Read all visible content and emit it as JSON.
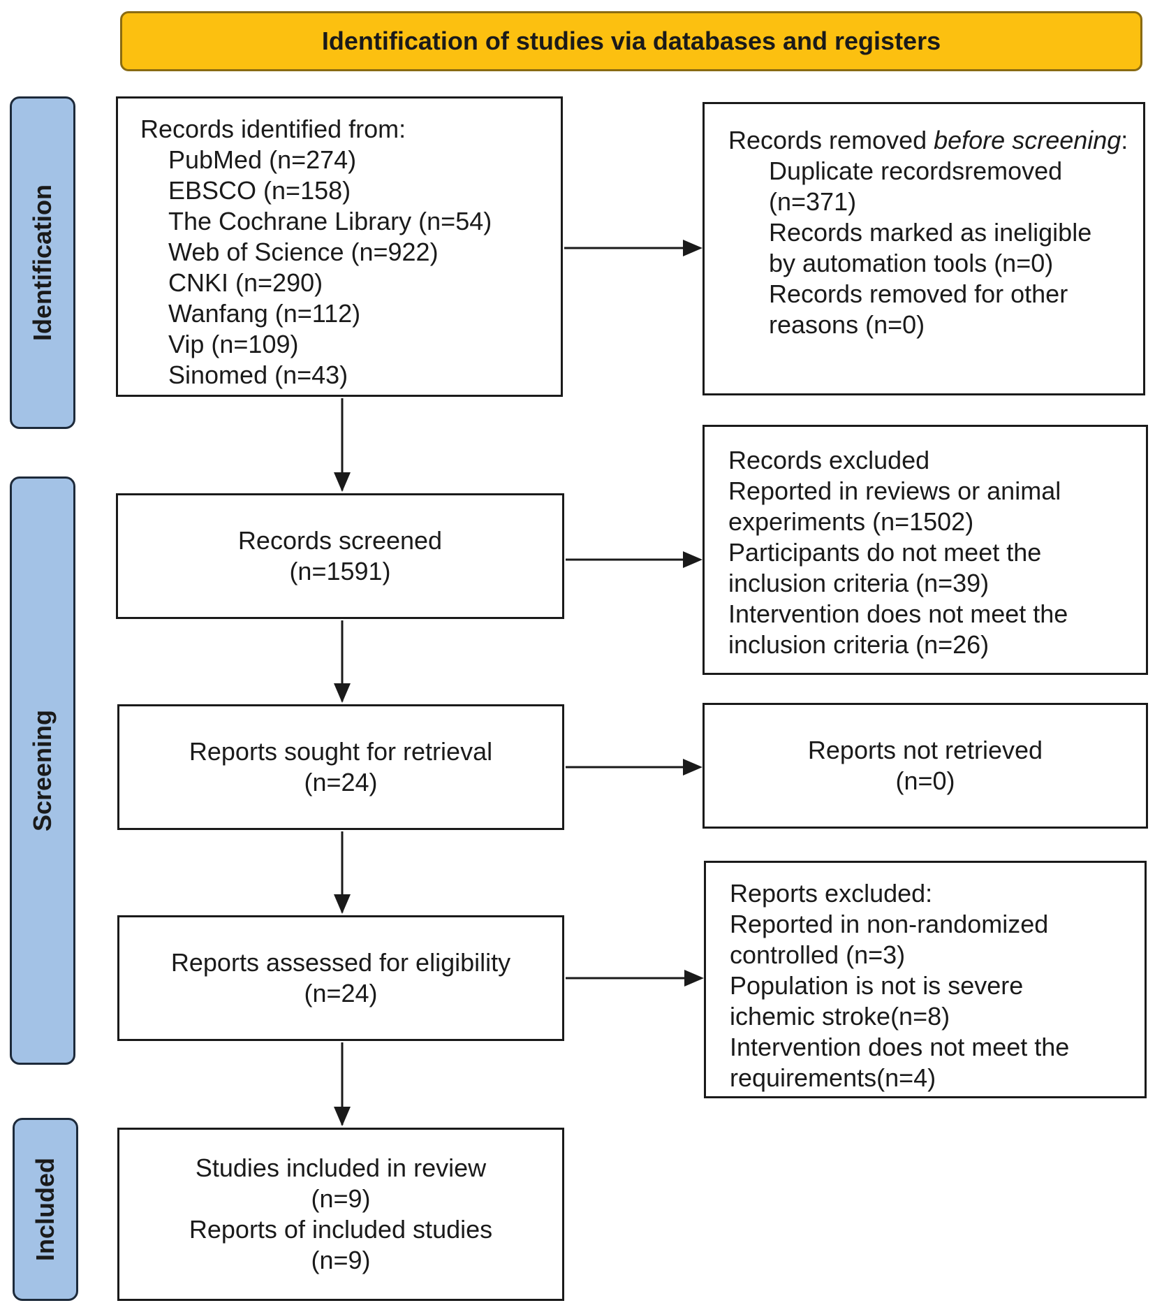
{
  "header": {
    "title": "Identification of studies via databases and registers"
  },
  "phases": {
    "identification": "Identification",
    "screening": "Screening",
    "included": "Included"
  },
  "identified": {
    "heading": "Records identified from:",
    "sources": [
      "PubMed (n=274)",
      "EBSCO (n=158)",
      "The Cochrane Library (n=54)",
      "Web of Science (n=922)",
      "CNKI (n=290)",
      "Wanfang (n=112)",
      "Vip (n=109)",
      "Sinomed (n=43)"
    ]
  },
  "removed": {
    "heading_prefix": "Records removed ",
    "heading_emphasis": "before screening",
    "heading_suffix": ":",
    "line1": "Duplicate recordsremoved",
    "line2": "(n=371)",
    "line3": "Records marked as ineligible",
    "line4": "by automation tools (n=0)",
    "line5": "Records removed for other",
    "line6": "reasons (n=0)"
  },
  "screened": {
    "label": "Records screened",
    "count": "(n=1591)"
  },
  "excluded_records": {
    "lines": [
      "Records excluded",
      "Reported in reviews or animal",
      "experiments (n=1502)",
      "Participants do not meet the",
      "inclusion criteria (n=39)",
      "Intervention does not meet the",
      "inclusion criteria (n=26)"
    ]
  },
  "sought": {
    "label": "Reports sought for retrieval",
    "count": "(n=24)"
  },
  "not_retrieved": {
    "label": "Reports not retrieved",
    "count": "(n=0)"
  },
  "assessed": {
    "label": "Reports assessed for eligibility",
    "count": "(n=24)"
  },
  "excluded_reports": {
    "lines": [
      "Reports excluded:",
      "Reported in non-randomized",
      "controlled (n=3)",
      "Population is not is severe",
      "ichemic stroke(n=8)",
      "Intervention does not meet the",
      "requirements(n=4)"
    ]
  },
  "included": {
    "line1": "Studies included in review",
    "line2": "(n=9)",
    "line3": "Reports of included studies",
    "line4": "(n=9)"
  },
  "colors": {
    "header_fill": "#fcc010",
    "phase_fill": "#a3c2e6",
    "stroke": "#1a1a1a"
  }
}
